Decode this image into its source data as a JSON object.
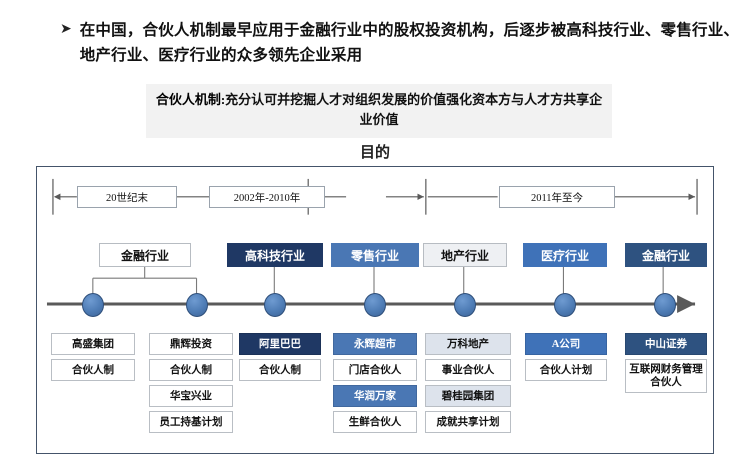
{
  "bullet": {
    "marker": "➤",
    "text": "在中国，合伙人机制最早应用于金融行业中的股权投资机构，后逐步被高科技行业、零售行业、地产行业、医疗行业的众多领先企业采用"
  },
  "definition": {
    "label": "合伙人机制:",
    "body": "充分认可并挖掘人才对组织发展的价值强化资本方与人才方共享企业价值"
  },
  "chart_title": "目的",
  "chart_data": {
    "type": "diagram",
    "title": "目的",
    "timeline_periods": [
      {
        "label": "20世纪末"
      },
      {
        "label": "2002年-2010年"
      },
      {
        "label": "2011年至今"
      }
    ],
    "industries": [
      {
        "label": "金融行业",
        "bg": "#ffffff",
        "fg": "#111111"
      },
      {
        "label": "高科技行业",
        "bg": "#1f3864",
        "fg": "#ffffff"
      },
      {
        "label": "零售行业",
        "bg": "#4a77b4",
        "fg": "#ffffff"
      },
      {
        "label": "地产行业",
        "bg": "#eef0f3",
        "fg": "#111111"
      },
      {
        "label": "医疗行业",
        "bg": "#3f72b8",
        "fg": "#ffffff"
      },
      {
        "label": "金融行业",
        "bg": "#2e5280",
        "fg": "#ffffff"
      }
    ],
    "columns": [
      {
        "cards": [
          {
            "label": "高盛集团",
            "bg": "#ffffff",
            "fg": "#111111"
          },
          {
            "label": "合伙人制",
            "bg": "#ffffff",
            "fg": "#111111"
          }
        ]
      },
      {
        "cards": [
          {
            "label": "鼎辉投资",
            "bg": "#ffffff",
            "fg": "#111111"
          },
          {
            "label": "合伙人制",
            "bg": "#ffffff",
            "fg": "#111111"
          },
          {
            "label": "华宝兴业",
            "bg": "#ffffff",
            "fg": "#111111"
          },
          {
            "label": "员工持基计划",
            "bg": "#ffffff",
            "fg": "#111111"
          }
        ]
      },
      {
        "cards": [
          {
            "label": "阿里巴巴",
            "bg": "#1f3864",
            "fg": "#ffffff"
          },
          {
            "label": "合伙人制",
            "bg": "#ffffff",
            "fg": "#111111"
          }
        ]
      },
      {
        "cards": [
          {
            "label": "永辉超市",
            "bg": "#4a77b4",
            "fg": "#ffffff"
          },
          {
            "label": "门店合伙人",
            "bg": "#ffffff",
            "fg": "#111111"
          },
          {
            "label": "华润万家",
            "bg": "#4a77b4",
            "fg": "#ffffff"
          },
          {
            "label": "生鲜合伙人",
            "bg": "#ffffff",
            "fg": "#111111"
          }
        ]
      },
      {
        "cards": [
          {
            "label": "万科地产",
            "bg": "#dde3ec",
            "fg": "#111111"
          },
          {
            "label": "事业合伙人",
            "bg": "#ffffff",
            "fg": "#111111"
          },
          {
            "label": "碧桂园集团",
            "bg": "#dde3ec",
            "fg": "#111111"
          },
          {
            "label": "成就共享计划",
            "bg": "#ffffff",
            "fg": "#111111"
          }
        ]
      },
      {
        "cards": [
          {
            "label": "A公司",
            "bg": "#3f72b8",
            "fg": "#ffffff"
          },
          {
            "label": "合伙人计划",
            "bg": "#ffffff",
            "fg": "#111111"
          }
        ]
      },
      {
        "cards": [
          {
            "label": "中山证券",
            "bg": "#2e5280",
            "fg": "#ffffff"
          },
          {
            "label": "互联网财务管理合伙人",
            "bg": "#ffffff",
            "fg": "#111111"
          }
        ]
      }
    ],
    "node_count": 7,
    "axis_color": "#5a5a5a",
    "frame_color": "#44546a"
  }
}
